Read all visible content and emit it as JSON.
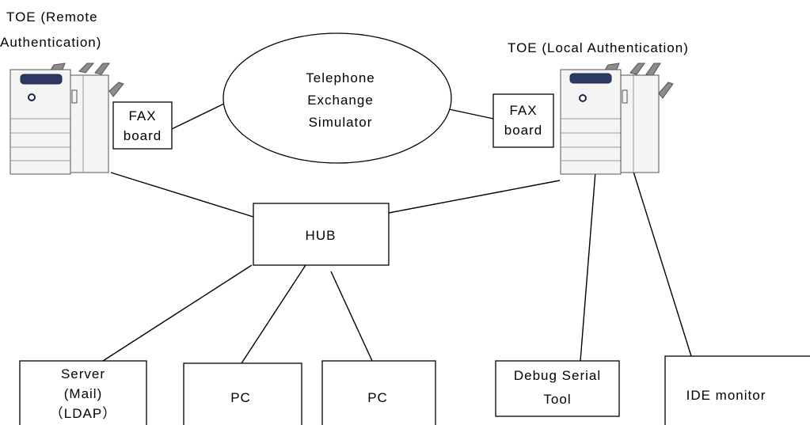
{
  "nodes": {
    "toe_remote": {
      "label_lines": [
        "TOE (Remote",
        "Authentication)"
      ]
    },
    "toe_local": {
      "label": "TOE (Local Authentication)"
    },
    "fax_left": {
      "label_lines": [
        "FAX",
        "board"
      ]
    },
    "fax_right": {
      "label_lines": [
        "FAX",
        "board"
      ]
    },
    "telephone": {
      "label_lines": [
        "Telephone",
        "Exchange",
        "Simulator"
      ]
    },
    "hub": {
      "label": "HUB"
    },
    "server": {
      "label_lines": [
        "Server",
        "(Mail)",
        "（LDAP）"
      ]
    },
    "pc1": {
      "label": "PC"
    },
    "pc2": {
      "label": "PC"
    },
    "debug": {
      "label_lines": [
        "Debug Serial",
        "Tool"
      ]
    },
    "ide": {
      "label": "IDE monitor"
    }
  },
  "icons": {
    "printer": "multifunction-printer-icon"
  },
  "colors": {
    "stroke": "#000000",
    "background": "#ffffff",
    "printer_panel": "#2e3a66"
  }
}
